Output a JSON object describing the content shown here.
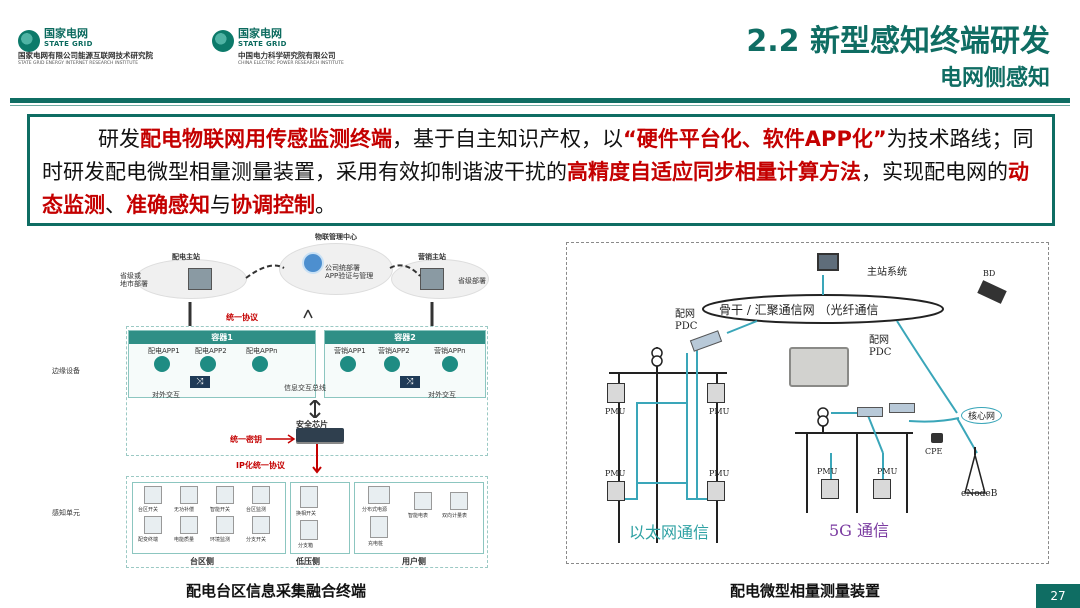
{
  "header": {
    "logo1": {
      "cn": "国家电网",
      "en": "STATE GRID",
      "sub_cn": "国家电网有限公司能源互联网技术研究院",
      "sub_en": "STATE GRID ENERGY INTERNET RESEARCH INSTITUTE"
    },
    "logo2": {
      "cn": "国家电网",
      "en": "STATE GRID",
      "sub_cn": "中国电力科学研究院有限公司",
      "sub_en": "CHINA ELECTRIC POWER RESEARCH INSTITUTE"
    },
    "title": "2.2 新型感知终端研发",
    "subtitle": "电网侧感知"
  },
  "summary": {
    "p1": "研发",
    "h1": "配电物联网用传感监测终端",
    "p2": "，基于自主知识产权，以",
    "h2": "“硬件平台化、软件APP化”",
    "p3": "为技术路线；同时研发配电微型相量测量装置，采用有效抑制谐波干扰的",
    "h3": "高精度自适应同步相量计算方法",
    "p4": "，实现配电网的",
    "h4": "动态监测",
    "p5": "、",
    "h5": "准确感知",
    "p6": "与",
    "h6": "协调控制",
    "p7": "。"
  },
  "left_diagram": {
    "caption": "配电台区信息采集融合终端",
    "top_nodes": {
      "left_station": "配电主站",
      "left_cloud": "省级或\n地市部署",
      "center": "物联管理中心",
      "center_sub": "公司统部署\nAPP验证与管理",
      "right_station": "营销主站",
      "right_cloud": "省级部署"
    },
    "protocol_top": "统一协议",
    "edge_label": "边缘设备",
    "container1": {
      "title": "容器1",
      "apps": [
        "配电APP1",
        "配电APP2",
        "配电APPn"
      ],
      "switch_label": "对外交互"
    },
    "container2": {
      "title": "容器2",
      "apps": [
        "营销APP1",
        "营销APP2",
        "营销APPn"
      ],
      "switch_label": "对外交互"
    },
    "bus_label": "信息交互总线",
    "chip_label": "安全芯片",
    "key_label": "统一密钥",
    "ip_label": "IP化统一协议",
    "sense_label": "感知单元",
    "groups": [
      {
        "name": "台区侧",
        "devices": [
          "台区开关",
          "无功补偿",
          "智能开关",
          "台区监测",
          "配变终端",
          "电能质量",
          "环境监测",
          "分支开关"
        ]
      },
      {
        "name": "低压侧",
        "devices": [
          "换相开关",
          "分支箱"
        ]
      },
      {
        "name": "用户侧",
        "devices": [
          "分布式电源",
          "充电桩",
          "智能电表",
          "双向计量表"
        ]
      }
    ]
  },
  "right_diagram": {
    "caption": "配电微型相量测量装置",
    "master": "主站系统",
    "bd": "BD",
    "backbone": "骨干 / 汇聚通信网 （光纤通信",
    "pdc_left": "配网\nPDC",
    "pdc_right": "配网\nPDC",
    "pmu": "PMU",
    "core_net": "核心网",
    "cpe": "CPE",
    "enodeb": "eNodeB",
    "ethernet": "以太网通信",
    "fiveg": "5G 通信"
  },
  "page_number": "27",
  "colors": {
    "brand": "#0f6d63",
    "highlight": "#c40000",
    "net_line": "#3aa6b9"
  }
}
